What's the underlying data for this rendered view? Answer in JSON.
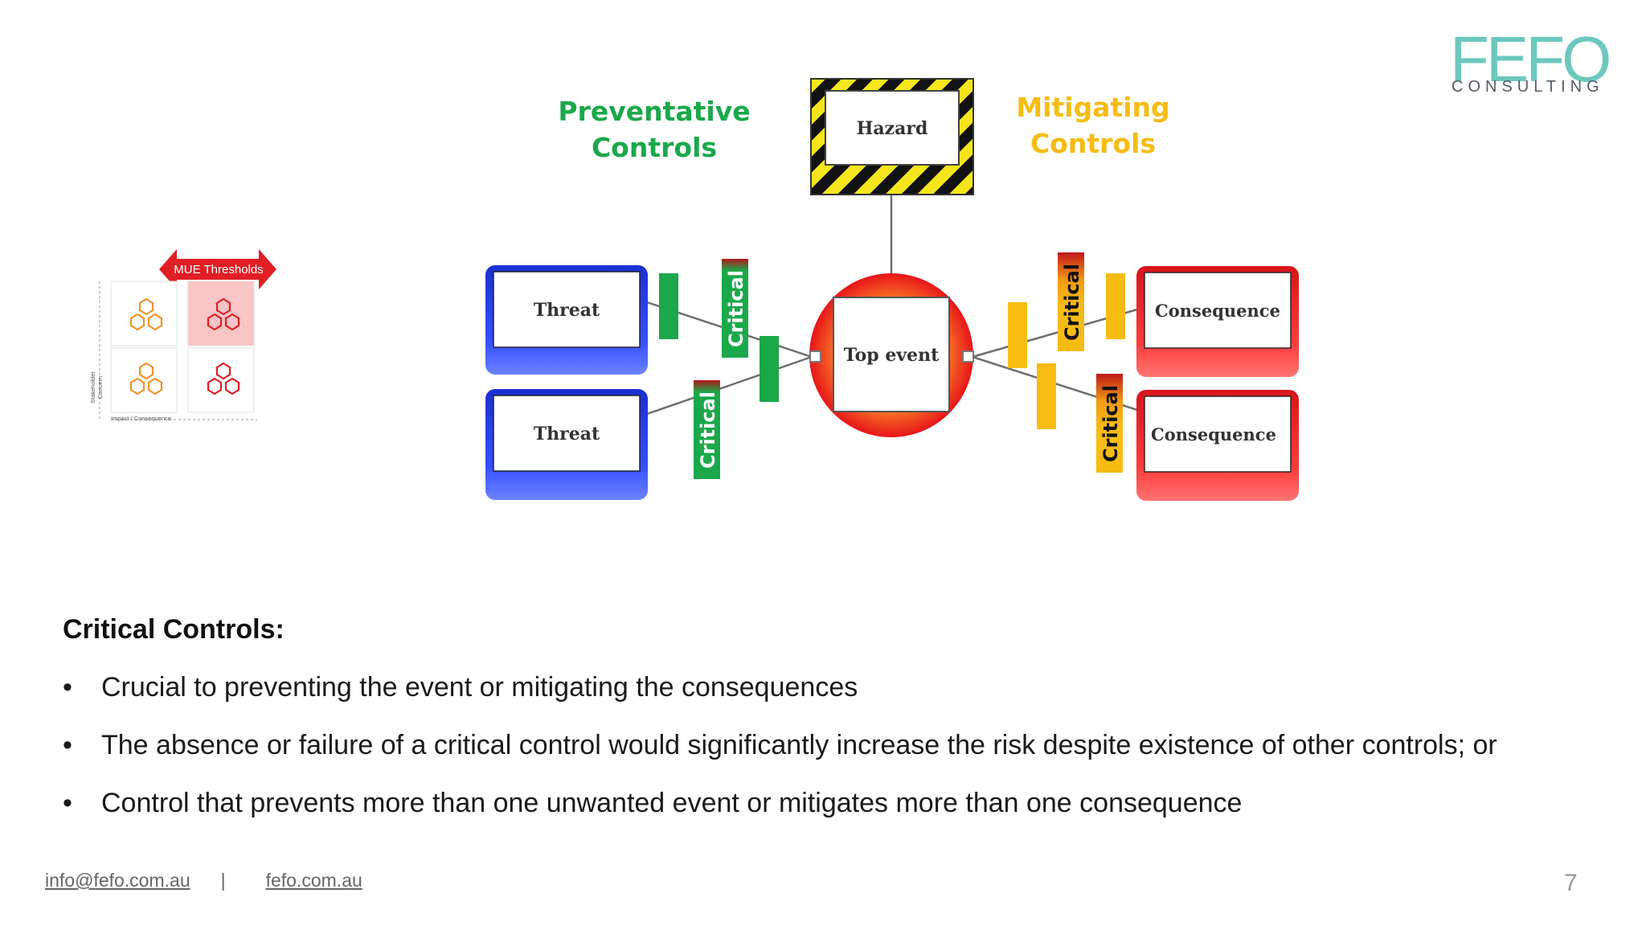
{
  "logo": {
    "main": "FEFO",
    "sub": "CONSULTING"
  },
  "diagram": {
    "hazard": "Hazard",
    "top_event": "Top event",
    "threats": [
      "Threat",
      "Threat"
    ],
    "consequences": [
      "Consequence",
      "Consequence"
    ],
    "preventative_title": [
      "Preventative",
      "Controls"
    ],
    "mitigating_title": [
      "Mitigating",
      "Controls"
    ],
    "critical_label": "Critical",
    "colors": {
      "preventative": "#1aa84a",
      "mitigating": "#f6bc12",
      "threat": "#2538d8",
      "consequence": "#e32020",
      "critical_red": "#c0181c"
    }
  },
  "matrix": {
    "header": "MUE Thresholds",
    "y_axis": [
      "Stakeholder",
      "Concern"
    ],
    "x_axis": "Impact / Consequence"
  },
  "content": {
    "heading": "Critical Controls:",
    "bullets": [
      "Crucial to preventing the event or mitigating the consequences",
      "The absence or failure of a critical control would significantly increase the risk despite existence of other controls; or",
      "Control that prevents more than one unwanted event or mitigates more than one consequence"
    ]
  },
  "footer": {
    "email": "info@fefo.com.au",
    "separator": "|",
    "website": "fefo.com.au",
    "page_number": "7"
  }
}
